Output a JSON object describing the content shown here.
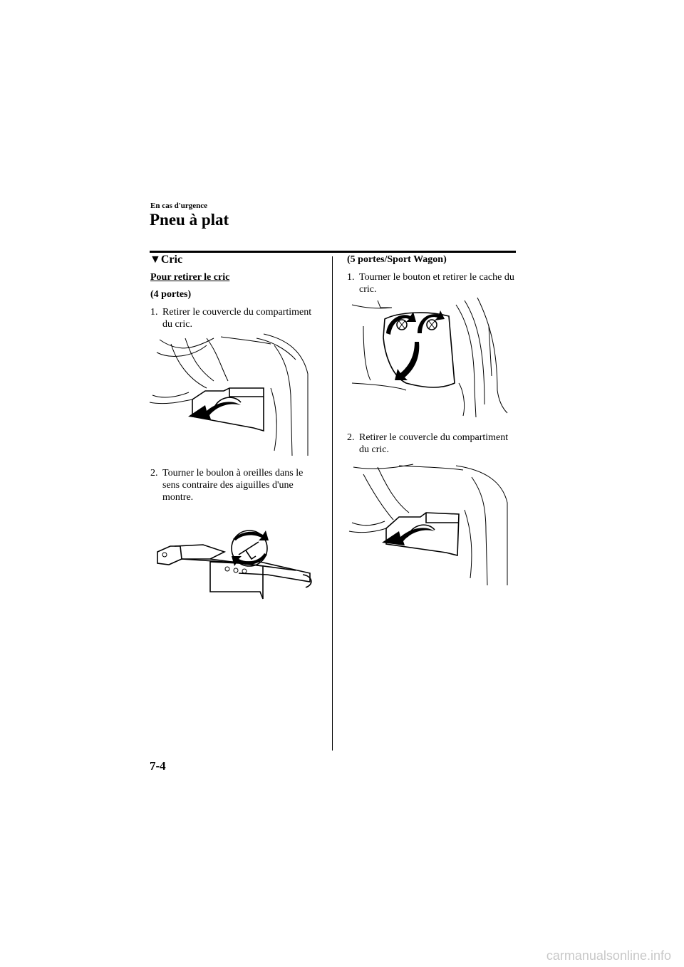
{
  "header": {
    "breadcrumb": "En cas d'urgence",
    "title": "Pneu à plat"
  },
  "left_column": {
    "section_marker": "▼",
    "section_title": "Cric",
    "subheading": "Pour retirer le cric",
    "variant": "(4 portes)",
    "steps": [
      {
        "number": "1.",
        "text": "Retirer le couvercle du compartiment du cric."
      },
      {
        "number": "2.",
        "text": "Tourner le boulon à oreilles dans le sens contraire des aiguilles d'une montre."
      }
    ]
  },
  "right_column": {
    "variant": "(5 portes/Sport Wagon)",
    "steps": [
      {
        "number": "1.",
        "text": "Tourner le bouton et retirer le cache du cric."
      },
      {
        "number": "2.",
        "text": "Retirer le couvercle du compartiment du cric."
      }
    ]
  },
  "figures": [
    {
      "icon": "jack-compartment-cover-illustration"
    },
    {
      "icon": "wing-bolt-jack-illustration"
    },
    {
      "icon": "jack-cover-knobs-illustration"
    },
    {
      "icon": "jack-compartment-cover-illustration"
    }
  ],
  "footer": {
    "page_number": "7-4",
    "watermark": "carmanualsonline.info"
  }
}
